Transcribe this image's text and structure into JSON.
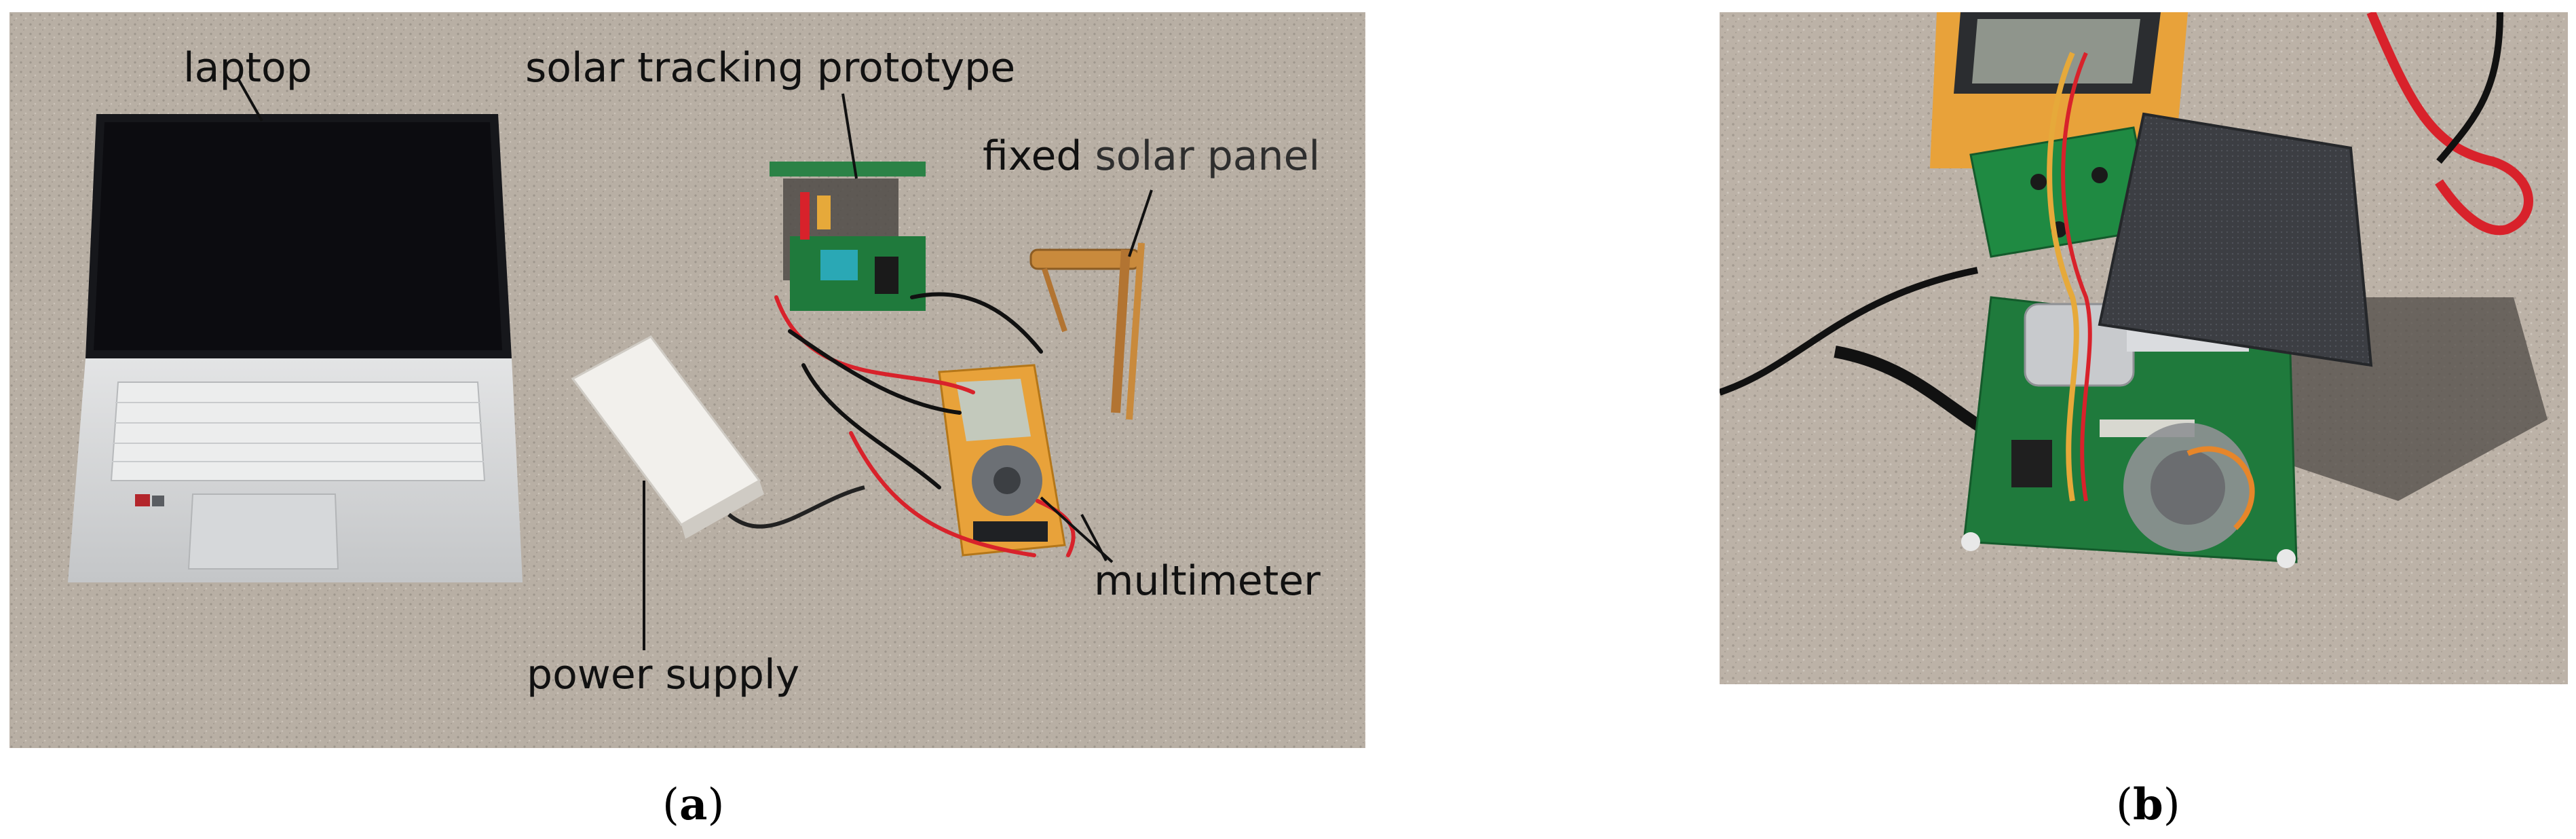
{
  "panel_a": {
    "labels": {
      "laptop": "laptop",
      "prototype": "solar tracking prototype",
      "fixed": "fixed",
      "solar_panel": "solar panel",
      "multimeter": "multimeter",
      "power_supply": "power supply"
    },
    "caption": {
      "open": "(",
      "letter": "a",
      "close": ")"
    }
  },
  "panel_b": {
    "caption": {
      "open": "(",
      "letter": "b",
      "close": ")"
    }
  },
  "colors": {
    "ground": "#b7aea3",
    "ground_shadow": "#6f6a63",
    "pcb": "#1f7a3c",
    "laptop_silver": "#d9dadb",
    "screen": "#101014",
    "multimeter_orange": "#e8a23a",
    "wire_red": "#d8222b",
    "solar_panel": "#3a3c40"
  }
}
